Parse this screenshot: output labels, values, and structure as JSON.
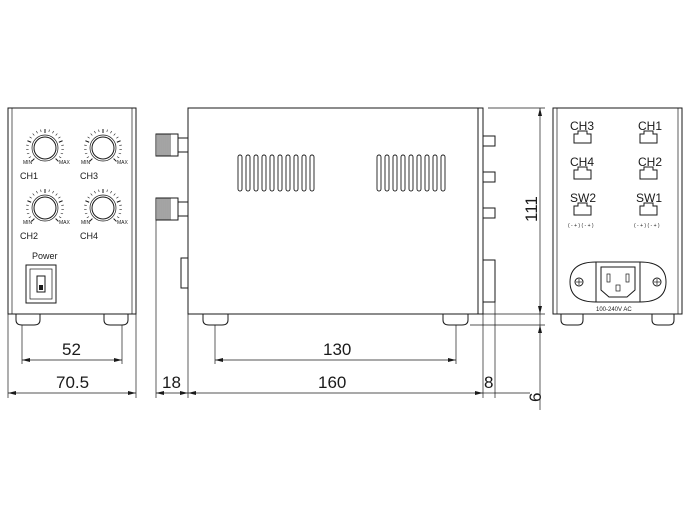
{
  "front_panel": {
    "channels": [
      "CH1",
      "CH3",
      "CH2",
      "CH4"
    ],
    "knob_min_label": "MIN",
    "knob_max_label": "MAX",
    "power_label": "Power"
  },
  "rear_panel": {
    "connectors": [
      "CH3",
      "CH1",
      "CH4",
      "CH2"
    ],
    "switches": [
      "SW2",
      "SW1"
    ],
    "switch_hint": "( - + ) ( - + )",
    "inlet_label": "100-240V AC"
  },
  "dimensions": {
    "front_inner_width": "52",
    "front_total_width": "70.5",
    "side_knob_depth": "18",
    "side_body_depth": "160",
    "side_feet_spacing": "130",
    "side_rear_depth": "8",
    "height": "111",
    "foot_height": "6"
  }
}
